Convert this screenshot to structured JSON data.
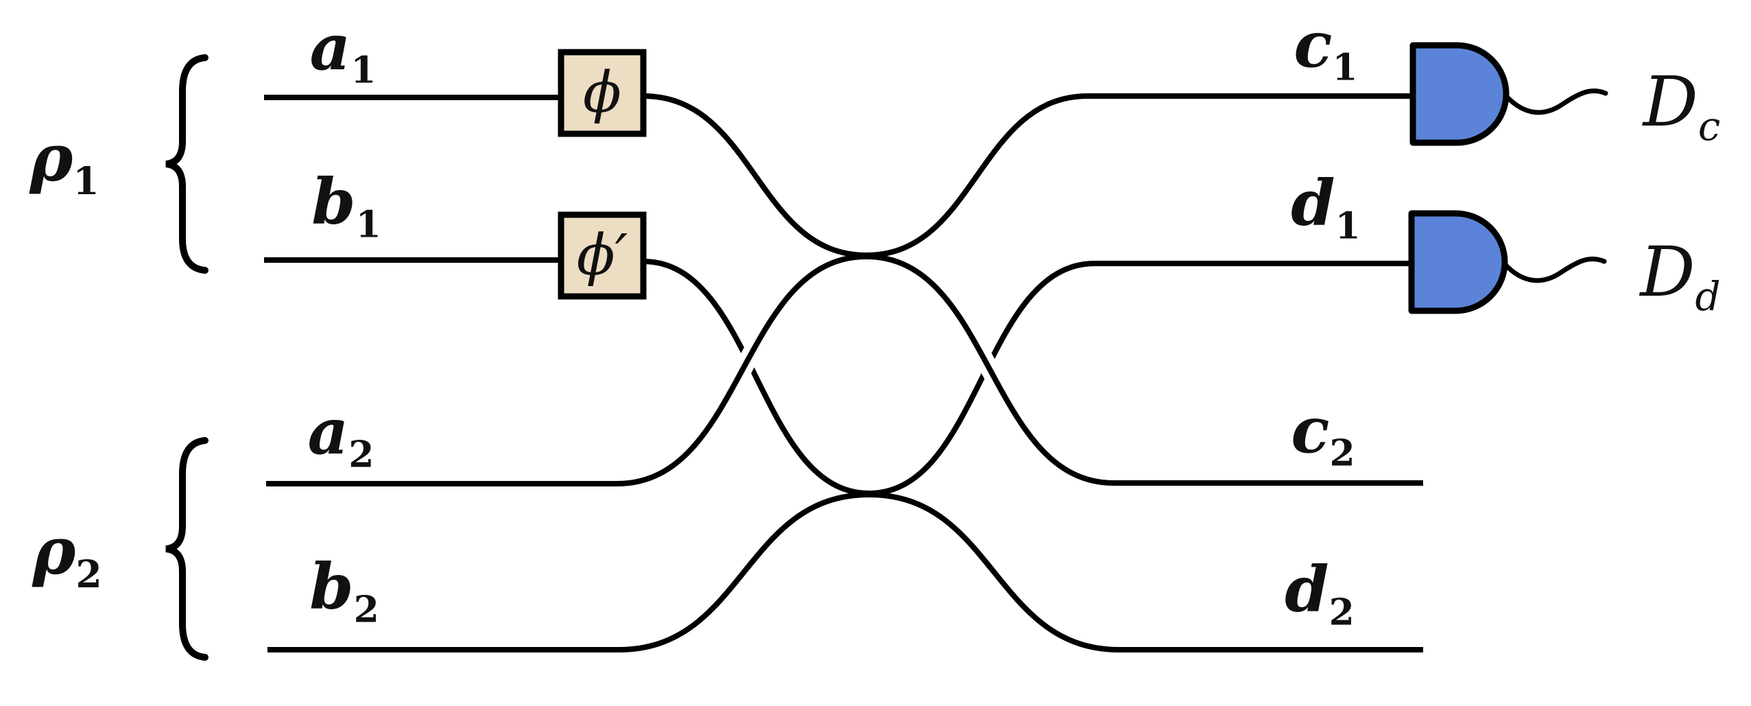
{
  "colors": {
    "background": "#FFFFFF",
    "wire": "#000000",
    "halo": "#FFFFFF",
    "phase_box_fill": "#ECDDC3",
    "phase_box_border": "#000000",
    "detector_fill": "#5B84D8",
    "detector_border": "#000000",
    "brace": "#000000",
    "text": "#111111"
  },
  "states": {
    "rho1": {
      "base": "ρ",
      "sub": "1"
    },
    "rho2": {
      "base": "ρ",
      "sub": "2"
    }
  },
  "inputs": {
    "a1": {
      "base": "a",
      "sub": "1"
    },
    "b1": {
      "base": "b",
      "sub": "1"
    },
    "a2": {
      "base": "a",
      "sub": "2"
    },
    "b2": {
      "base": "b",
      "sub": "2"
    }
  },
  "outputs": {
    "c1": {
      "base": "c",
      "sub": "1"
    },
    "d1": {
      "base": "d",
      "sub": "1"
    },
    "c2": {
      "base": "c",
      "sub": "2"
    },
    "d2": {
      "base": "d",
      "sub": "2"
    }
  },
  "phase_shifters": {
    "phi": {
      "label": "ϕ"
    },
    "phi_prime": {
      "label": "ϕ′"
    }
  },
  "detectors": {
    "Dc": {
      "base": "D",
      "sub": "c"
    },
    "Dd": {
      "base": "D",
      "sub": "d"
    }
  }
}
